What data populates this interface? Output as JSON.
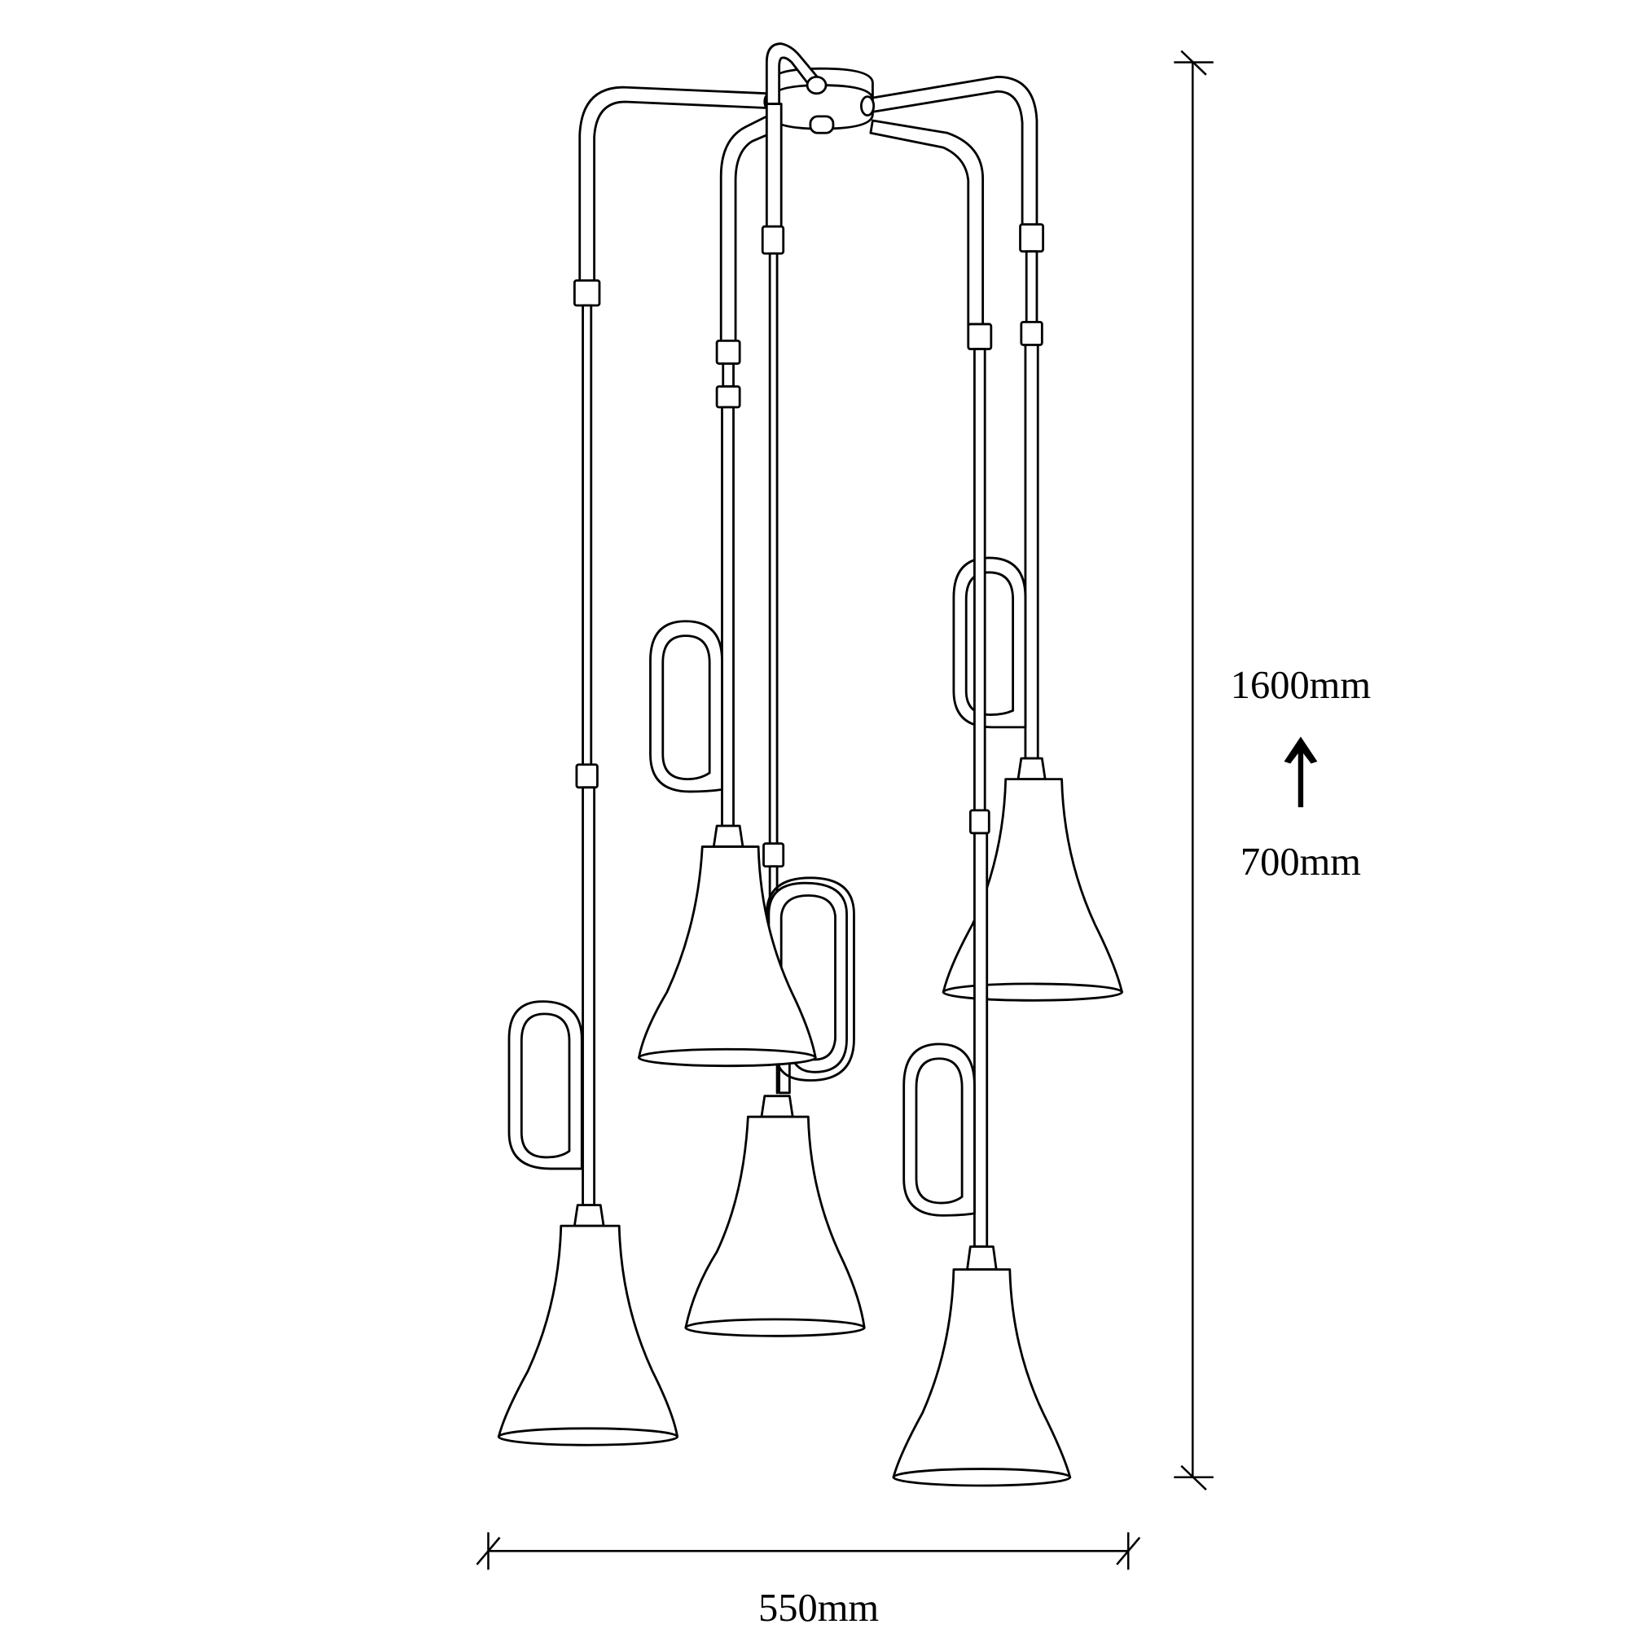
{
  "diagram": {
    "subject": "5-light pendant lamp technical drawing",
    "line_color": "#000000",
    "background": "#ffffff"
  },
  "dimensions": {
    "width_label": "550mm",
    "height_max_label": "1600mm",
    "height_min_label": "700mm",
    "height_arrow_icon": "arrow-up-icon"
  },
  "lamps": [
    {
      "id": "lamp-a",
      "position": "far-left, lowest"
    },
    {
      "id": "lamp-b",
      "position": "left, upper"
    },
    {
      "id": "lamp-c",
      "position": "center, middle"
    },
    {
      "id": "lamp-d",
      "position": "right, upper"
    },
    {
      "id": "lamp-e",
      "position": "right, lowest"
    }
  ]
}
